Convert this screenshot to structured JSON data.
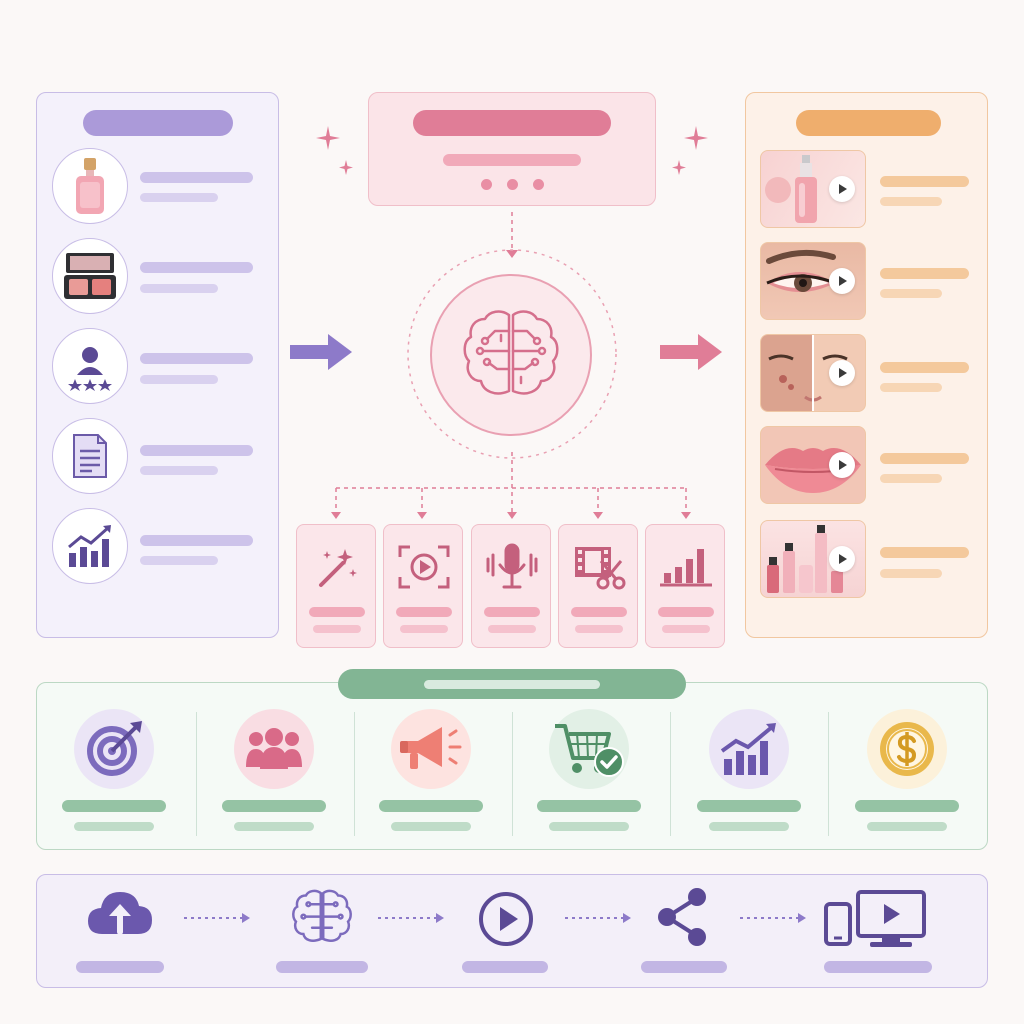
{
  "inputs": {
    "icons": [
      "serum-bottle-icon",
      "eyeshadow-palette-icon",
      "user-rating-icon",
      "document-icon",
      "growth-chart-icon"
    ]
  },
  "brief": {
    "icons": [
      "sparkle-icon",
      "dots-icon"
    ]
  },
  "ai": {
    "icons": [
      "brain-icon"
    ]
  },
  "tools": {
    "icons": [
      "magic-wand-icon",
      "video-frame-icon",
      "microphone-icon",
      "video-edit-icon",
      "bar-chart-icon"
    ]
  },
  "outputs": {
    "thumbnails": [
      "serum-video-thumbnail",
      "eye-makeup-video-thumbnail",
      "skin-before-after-thumbnail",
      "lips-video-thumbnail",
      "product-lineup-thumbnail"
    ]
  },
  "benefits": {
    "icons": [
      "target-icon",
      "audience-icon",
      "megaphone-icon",
      "shopping-cart-icon",
      "growth-chart-icon",
      "dollar-coin-icon"
    ]
  },
  "pipeline": {
    "icons": [
      "cloud-upload-icon",
      "brain-icon",
      "play-icon",
      "share-icon",
      "devices-icon"
    ]
  },
  "colors": {
    "purple": "#8d7ac9",
    "pink": "#e08099",
    "orange": "#efae6d",
    "green": "#82b594"
  }
}
